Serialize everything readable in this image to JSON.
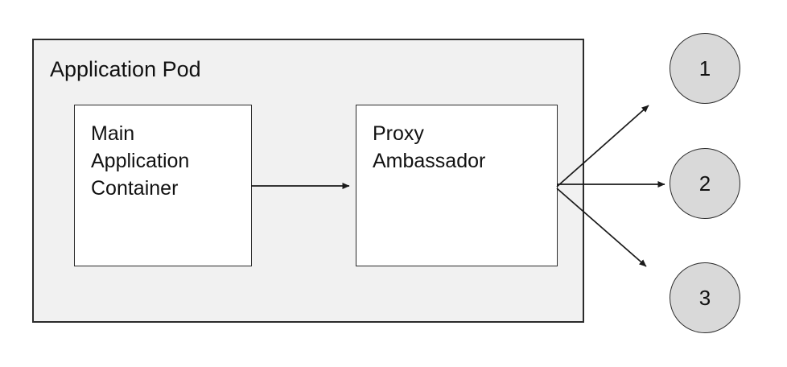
{
  "diagram": {
    "pod": {
      "label": "Application Pod"
    },
    "main_container": {
      "label": "Main\nApplication\nContainer"
    },
    "proxy": {
      "label": "Proxy\nAmbassador"
    },
    "endpoints": [
      {
        "label": "1"
      },
      {
        "label": "2"
      },
      {
        "label": "3"
      }
    ],
    "colors": {
      "pod_fill": "#f1f1f1",
      "box_fill": "#ffffff",
      "endpoint_fill": "#d9d9d9",
      "stroke": "#2b2b2b",
      "background": "#ffffff"
    }
  }
}
